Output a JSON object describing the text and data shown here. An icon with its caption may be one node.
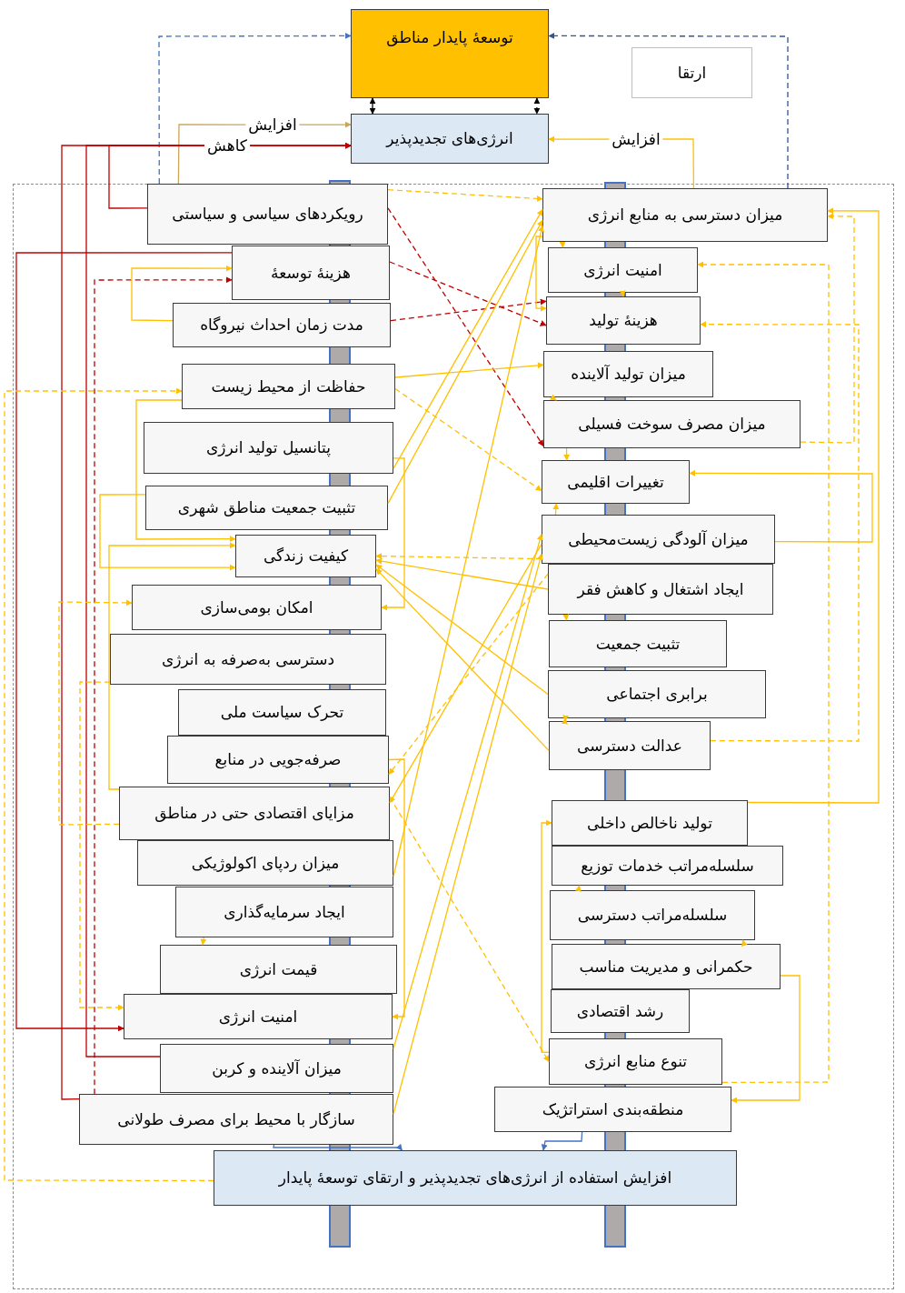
{
  "diagram": {
    "nodes": [
      {
        "text": [
          "توسعهٔ پایدار مناطق"
        ]
      },
      {
        "text": [
          "ارتقا"
        ]
      },
      {
        "text": [
          "انرژی‌های تجدیدپذیر"
        ]
      },
      {
        "text": [
          "رویکردهای سیاسی و سیاستی"
        ]
      },
      {
        "text": [
          "هزینهٔ توسعهٔ"
        ]
      },
      {
        "text": [
          "مدت زمان احداث نیروگاه"
        ]
      },
      {
        "text": [
          "حفاظت از محیط زیست"
        ]
      },
      {
        "text": [
          "پتانسیل تولید انرژی"
        ]
      },
      {
        "text": [
          "تثبیت جمعیت مناطق شهری"
        ]
      },
      {
        "text": [
          "کیفیت زندگی"
        ]
      },
      {
        "text": [
          "امکان بومی‌سازی"
        ]
      },
      {
        "text": [
          "دسترسی به‌صرفه به انرژی"
        ]
      },
      {
        "text": [
          "تحرک سیاست ملی"
        ]
      },
      {
        "text": [
          "صرفه‌جویی در منابع"
        ]
      },
      {
        "text": [
          "مزایای اقتصادی حتی در مناطق"
        ]
      },
      {
        "text": [
          "میزان ردپای اکولوژیکی"
        ]
      },
      {
        "text": [
          "ایجاد سرمایه‌گذاری"
        ]
      },
      {
        "text": [
          "قیمت انرژی"
        ]
      },
      {
        "text": [
          "امنیت انرژی"
        ]
      },
      {
        "text": [
          "میزان آلاینده و کربن"
        ]
      },
      {
        "text": [
          "سازگار با محیط برای مصرف طولانی"
        ]
      },
      {
        "text": [
          "افزایش استفاده از انرژی‌های تجدیدپذیر و ارتقای توسعهٔ پایدار"
        ]
      },
      {
        "text": [
          "میزان دسترسی به منابع انرژی"
        ]
      },
      {
        "text": [
          "امنیت انرژی"
        ]
      },
      {
        "text": [
          "هزینهٔ تولید"
        ]
      },
      {
        "text": [
          "میزان تولید آلاینده"
        ]
      },
      {
        "text": [
          "میزان مصرف سوخت فسیلی"
        ]
      },
      {
        "text": [
          "تغییرات اقلیمی"
        ]
      },
      {
        "text": [
          "میزان آلودگی زیست‌محیطی"
        ]
      },
      {
        "text": [
          "ایجاد اشتغال و کاهش فقر"
        ]
      },
      {
        "text": [
          "تثبیت جمعیت"
        ]
      },
      {
        "text": [
          "برابری اجتماعی"
        ]
      },
      {
        "text": [
          "عدالت دسترسی"
        ]
      },
      {
        "text": [
          "تولید ناخالص داخلی"
        ]
      },
      {
        "text": [
          "سلسله‌مراتب خدمات توزیع"
        ]
      },
      {
        "text": [
          "سلسله‌مراتب دسترسی"
        ]
      },
      {
        "text": [
          "حکمرانی و مدیریت مناسب"
        ]
      },
      {
        "text": [
          "رشد اقتصادی"
        ]
      },
      {
        "text": [
          "تنوع منابع انرژی"
        ]
      },
      {
        "text": [
          "منطقه‌بندی استراتژیک"
        ]
      }
    ],
    "edges": [
      {
        "from": 0,
        "to": 2,
        "arrow": "both",
        "color": "#000000"
      },
      {
        "from": 0,
        "to": 2,
        "arrow": "both",
        "style": "dashed",
        "color": "#000000"
      },
      {
        "from": 3,
        "to": 0,
        "arrow": "to",
        "style": "dashed",
        "color": "#4472c4"
      },
      {
        "from": 22,
        "to": 0,
        "arrow": "to",
        "style": "dashed",
        "color": "#2f5597"
      },
      {
        "from": 3,
        "to": 2,
        "arrow": "to",
        "label": "افزایش",
        "color": "#c9a55a"
      },
      {
        "from": 3,
        "to": 2,
        "arrow": "to",
        "label": "کاهش",
        "color": "#c00000"
      },
      {
        "from": 22,
        "to": 2,
        "arrow": "to",
        "label": "افزایش"
      },
      {
        "from": 19,
        "to": 2,
        "arrow": "to",
        "color": "#c00000"
      },
      {
        "from": 20,
        "to": 2,
        "arrow": "to",
        "color": "#c00000"
      },
      {
        "from": 4,
        "to": 18,
        "arrow": "to",
        "color": "#c00000"
      },
      {
        "from": 20,
        "to": 4,
        "arrow": "to",
        "style": "dashed",
        "color": "#c00000"
      },
      {
        "from": 3,
        "to": 26,
        "arrow": "to",
        "style": "dashed",
        "color": "#c00000"
      },
      {
        "from": 4,
        "to": 24,
        "arrow": "to",
        "style": "dashed",
        "color": "#c00000"
      },
      {
        "from": 5,
        "to": 24,
        "arrow": "to",
        "style": "dashed",
        "color": "#c00000"
      },
      {
        "from": 3,
        "to": 22,
        "arrow": "to",
        "style": "dashed"
      },
      {
        "from": 5,
        "to": 4,
        "arrow": "to"
      },
      {
        "from": 6,
        "to": 25,
        "arrow": "to"
      },
      {
        "from": 6,
        "to": 9,
        "arrow": "to"
      },
      {
        "from": 7,
        "to": 10,
        "arrow": "to"
      },
      {
        "from": 7,
        "to": 22,
        "arrow": "to"
      },
      {
        "from": 8,
        "to": 22,
        "arrow": "to"
      },
      {
        "from": 8,
        "to": 9,
        "arrow": "to"
      },
      {
        "from": 6,
        "to": 27,
        "arrow": "to",
        "style": "dashed"
      },
      {
        "from": 14,
        "to": 9,
        "arrow": "to"
      },
      {
        "from": 13,
        "to": 18,
        "arrow": "to"
      },
      {
        "from": 16,
        "to": 17,
        "arrow": "to",
        "style": "dashed"
      },
      {
        "from": 29,
        "to": 9,
        "arrow": "to"
      },
      {
        "from": 31,
        "to": 9,
        "arrow": "to"
      },
      {
        "from": 32,
        "to": 9,
        "arrow": "to"
      },
      {
        "from": 28,
        "to": 9,
        "arrow": "to",
        "style": "dashed"
      },
      {
        "from": 15,
        "to": 22,
        "arrow": "to"
      },
      {
        "from": 19,
        "to": 28,
        "arrow": "to"
      },
      {
        "from": 20,
        "to": 28,
        "arrow": "to"
      },
      {
        "from": 14,
        "to": 38,
        "arrow": "to",
        "style": "dashed"
      },
      {
        "from": 28,
        "to": 14,
        "arrow": "to"
      },
      {
        "from": 29,
        "to": 13,
        "arrow": "to",
        "style": "dashed"
      },
      {
        "from": 22,
        "to": 23,
        "arrow": "to"
      },
      {
        "from": 22,
        "to": 24,
        "arrow": "to"
      },
      {
        "from": 23,
        "to": 24,
        "arrow": "to"
      },
      {
        "from": 25,
        "to": 26,
        "arrow": "to"
      },
      {
        "from": 26,
        "to": 27,
        "arrow": "to"
      },
      {
        "from": 28,
        "to": 27,
        "arrow": "to"
      },
      {
        "from": 28,
        "to": 27,
        "arrow": "to"
      },
      {
        "from": 29,
        "to": 30,
        "arrow": "to"
      },
      {
        "from": 31,
        "to": 32,
        "arrow": "both"
      },
      {
        "from": 38,
        "to": 33,
        "arrow": "to"
      },
      {
        "from": 35,
        "to": 34,
        "arrow": "to"
      },
      {
        "from": 36,
        "to": 35,
        "arrow": "to"
      },
      {
        "from": 36,
        "to": 39,
        "arrow": "to"
      },
      {
        "from": 39,
        "to": 21,
        "arrow": "to",
        "color": "#4472c4"
      },
      {
        "from": 20,
        "to": 21,
        "arrow": "to",
        "color": "#4472c4"
      },
      {
        "from": 33,
        "to": 22,
        "arrow": "to"
      },
      {
        "from": 38,
        "to": 23,
        "arrow": "to",
        "style": "dashed"
      },
      {
        "from": 26,
        "to": 22,
        "arrow": "to",
        "style": "dashed"
      },
      {
        "from": 32,
        "to": 24,
        "arrow": "to",
        "style": "dashed"
      },
      {
        "from": 21,
        "to": 6,
        "arrow": "to",
        "style": "dashed"
      },
      {
        "from": 14,
        "to": 10,
        "arrow": "to",
        "style": "dashed"
      },
      {
        "from": 11,
        "to": 18,
        "arrow": "to",
        "style": "dashed"
      }
    ]
  }
}
